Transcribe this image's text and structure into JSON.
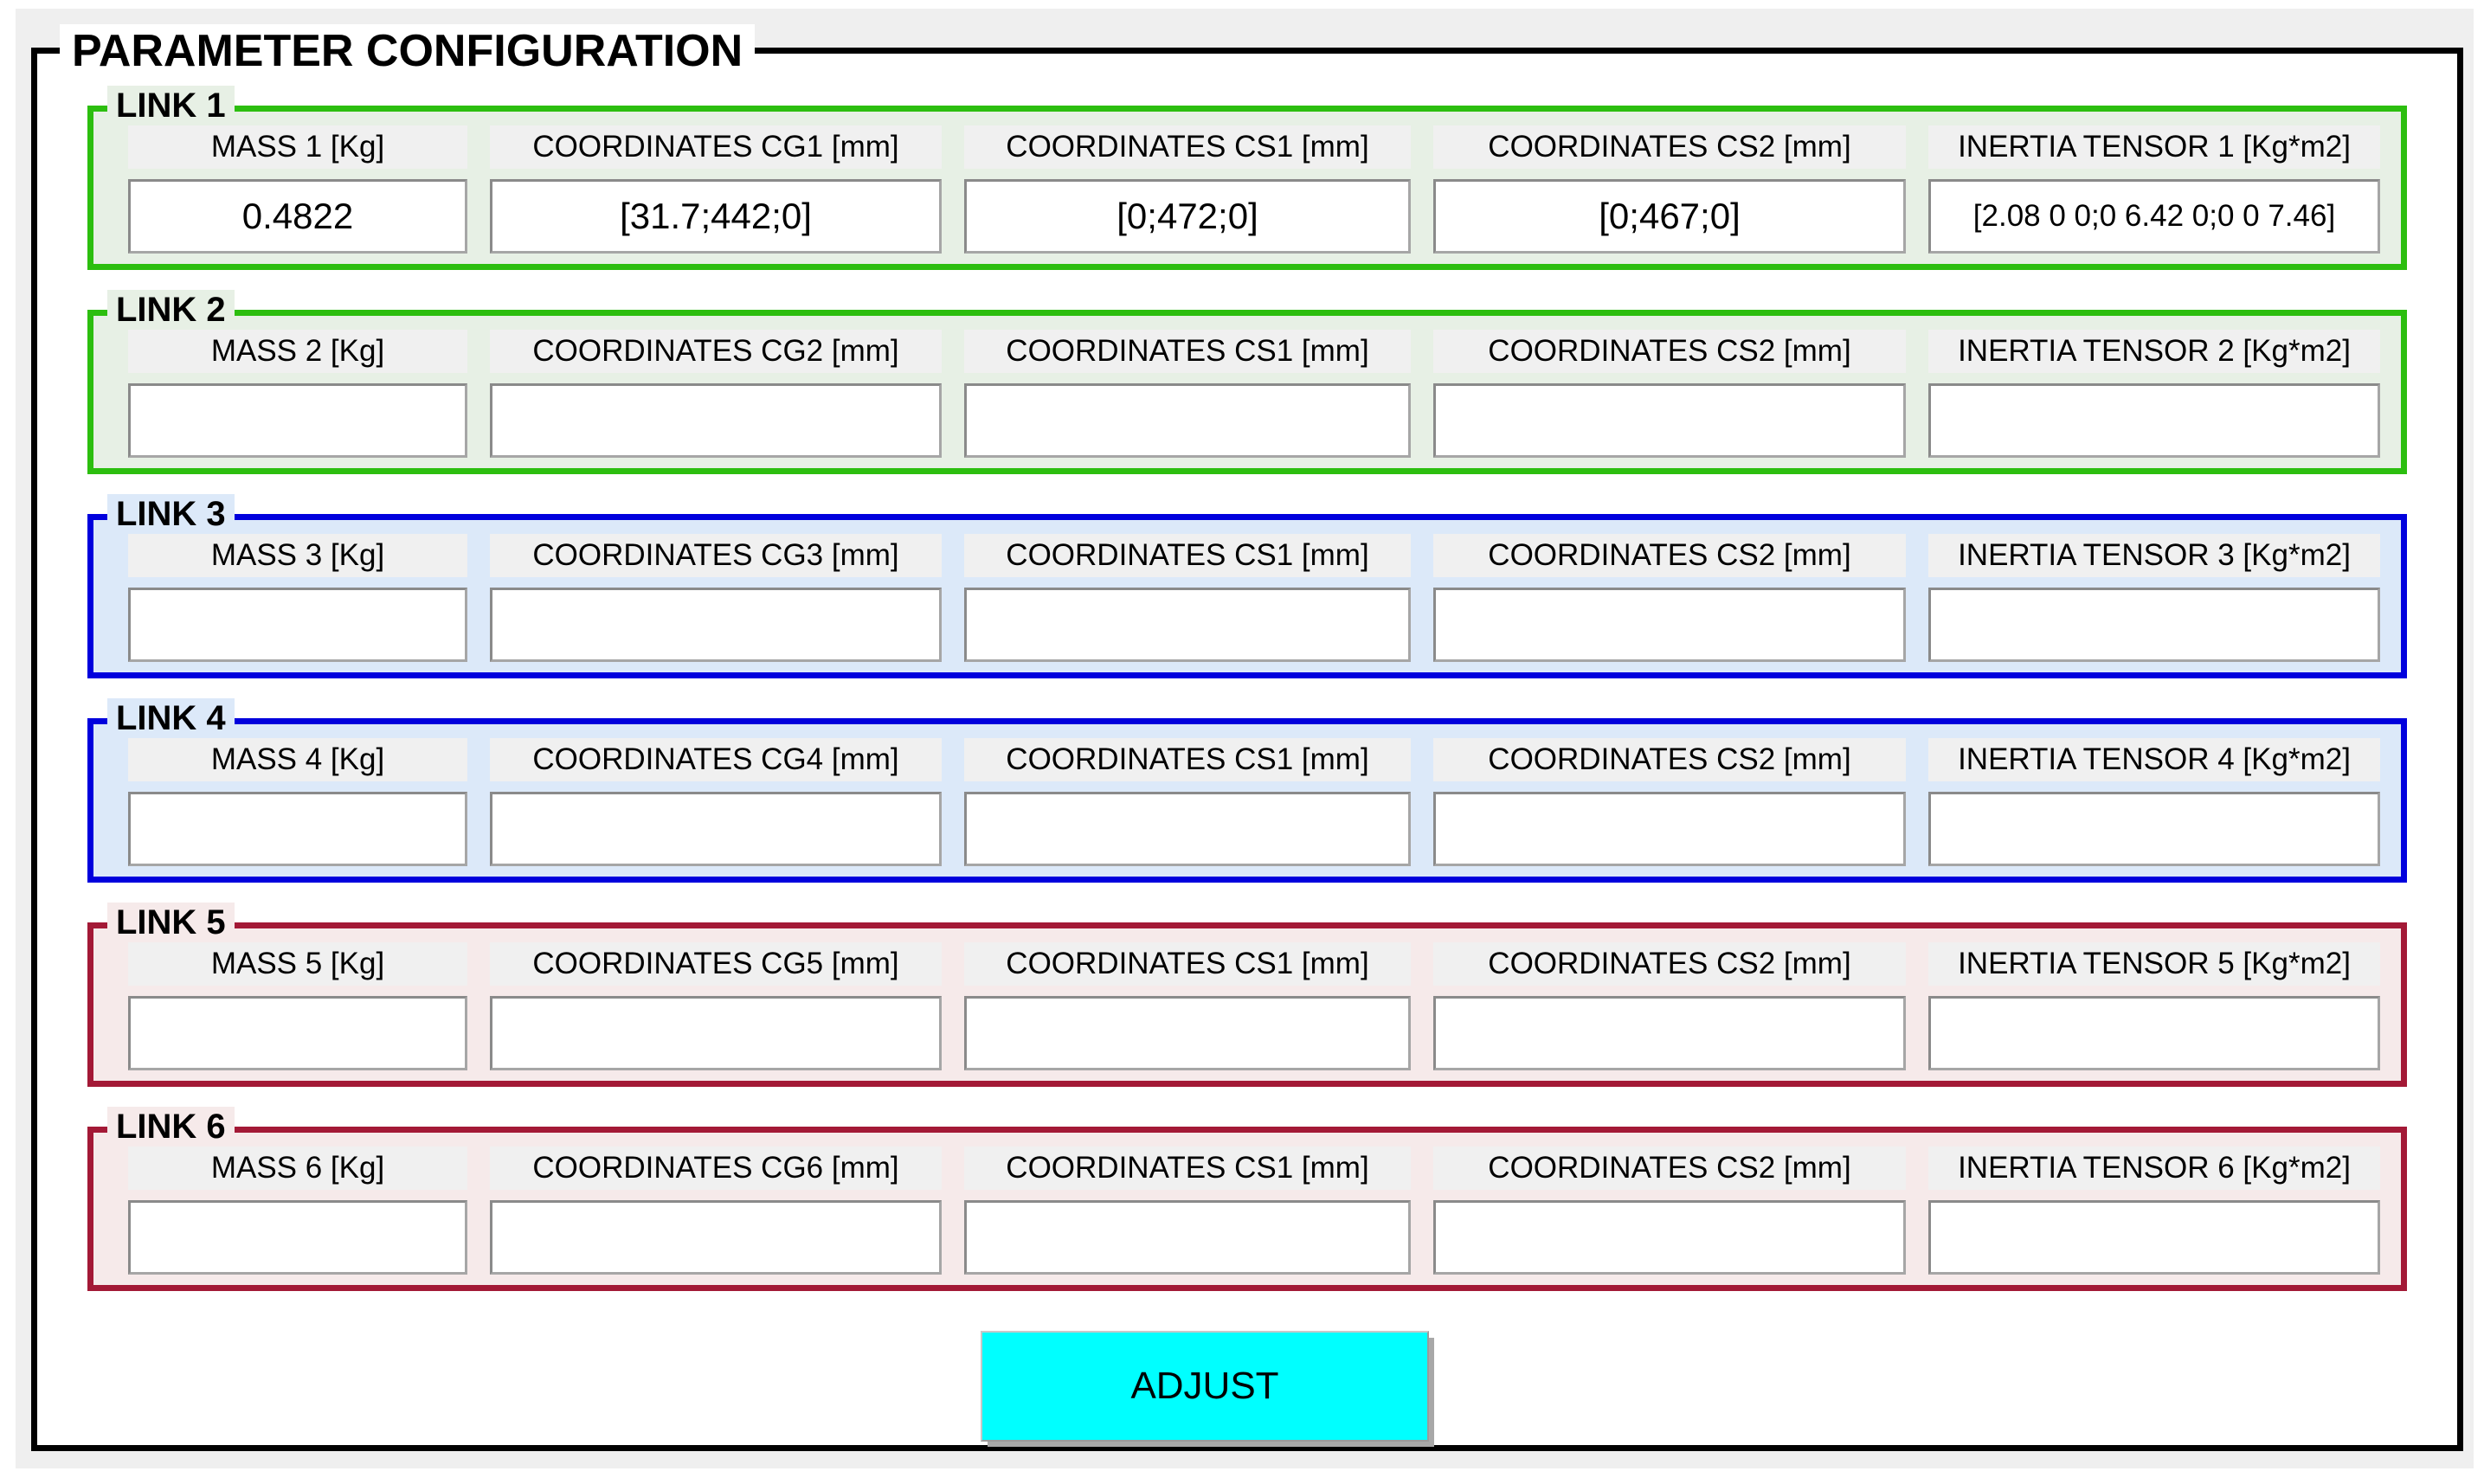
{
  "panel_title": "PARAMETER CONFIGURATION",
  "adjust_button_label": "ADJUST",
  "colors": {
    "green_border": "#2cbe0f",
    "green_background": "#e7f0e5",
    "blue_border": "#0000dd",
    "blue_background": "#dce9f9",
    "red_border": "#a31936",
    "red_background": "#f6eaea",
    "button_background": "#00ffff",
    "panel_border": "#000000",
    "label_background": "#f0f0f0"
  },
  "column_keys": [
    "mass",
    "coordinates-cg",
    "coordinates-cs1",
    "coordinates-cs2",
    "inertia-tensor"
  ],
  "links": [
    {
      "caption": "LINK 1",
      "scheme": "green",
      "fields": [
        {
          "label": "MASS 1 [Kg]",
          "value": "0.4822"
        },
        {
          "label": "COORDINATES CG1 [mm]",
          "value": "[31.7;442;0]"
        },
        {
          "label": "COORDINATES CS1 [mm]",
          "value": "[0;472;0]"
        },
        {
          "label": "COORDINATES CS2 [mm]",
          "value": "[0;467;0]"
        },
        {
          "label": "INERTIA TENSOR 1 [Kg*m2]",
          "value": "[2.08 0 0;0 6.42 0;0 0 7.46]"
        }
      ]
    },
    {
      "caption": "LINK 2",
      "scheme": "green",
      "fields": [
        {
          "label": "MASS 2 [Kg]",
          "value": ""
        },
        {
          "label": "COORDINATES CG2 [mm]",
          "value": ""
        },
        {
          "label": "COORDINATES CS1 [mm]",
          "value": ""
        },
        {
          "label": "COORDINATES CS2 [mm]",
          "value": ""
        },
        {
          "label": "INERTIA TENSOR 2 [Kg*m2]",
          "value": ""
        }
      ]
    },
    {
      "caption": "LINK 3",
      "scheme": "blue",
      "fields": [
        {
          "label": "MASS 3 [Kg]",
          "value": ""
        },
        {
          "label": "COORDINATES CG3 [mm]",
          "value": ""
        },
        {
          "label": "COORDINATES CS1 [mm]",
          "value": ""
        },
        {
          "label": "COORDINATES CS2 [mm]",
          "value": ""
        },
        {
          "label": "INERTIA TENSOR 3 [Kg*m2]",
          "value": ""
        }
      ]
    },
    {
      "caption": "LINK 4",
      "scheme": "blue",
      "fields": [
        {
          "label": "MASS 4 [Kg]",
          "value": ""
        },
        {
          "label": "COORDINATES CG4 [mm]",
          "value": ""
        },
        {
          "label": "COORDINATES CS1 [mm]",
          "value": ""
        },
        {
          "label": "COORDINATES CS2 [mm]",
          "value": ""
        },
        {
          "label": "INERTIA TENSOR 4 [Kg*m2]",
          "value": ""
        }
      ]
    },
    {
      "caption": "LINK 5",
      "scheme": "red",
      "fields": [
        {
          "label": "MASS 5 [Kg]",
          "value": ""
        },
        {
          "label": "COORDINATES CG5 [mm]",
          "value": ""
        },
        {
          "label": "COORDINATES CS1 [mm]",
          "value": ""
        },
        {
          "label": "COORDINATES CS2 [mm]",
          "value": ""
        },
        {
          "label": "INERTIA TENSOR 5 [Kg*m2]",
          "value": ""
        }
      ]
    },
    {
      "caption": "LINK 6",
      "scheme": "red",
      "fields": [
        {
          "label": "MASS 6 [Kg]",
          "value": ""
        },
        {
          "label": "COORDINATES CG6 [mm]",
          "value": ""
        },
        {
          "label": "COORDINATES CS1 [mm]",
          "value": ""
        },
        {
          "label": "COORDINATES CS2 [mm]",
          "value": ""
        },
        {
          "label": "INERTIA TENSOR 6 [Kg*m2]",
          "value": ""
        }
      ]
    }
  ]
}
